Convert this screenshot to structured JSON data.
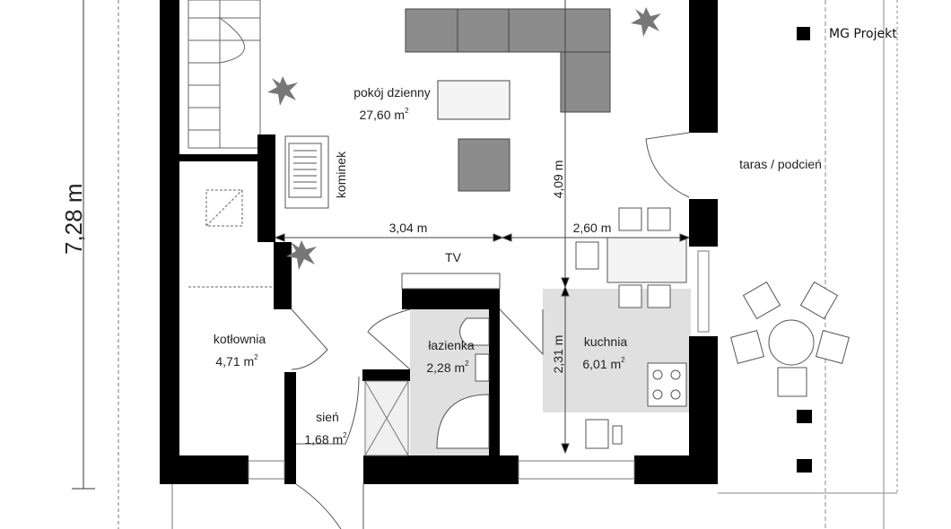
{
  "logo": {
    "text": "MG Projekt"
  },
  "dimensions": {
    "total_depth": "7,28 m",
    "living_width": "3,04 m",
    "dining_width": "2,60 m",
    "living_depth": "4,09 m",
    "kitchen_depth": "2,31 m"
  },
  "rooms": {
    "living": {
      "name": "pokój dzienny",
      "area": "27,60 m",
      "unit_sup": "2"
    },
    "boiler": {
      "name": "kotłownia",
      "area": "4,71 m",
      "unit_sup": "2"
    },
    "bathroom": {
      "name": "łazienka",
      "area": "2,28 m",
      "unit_sup": "2"
    },
    "kitchen": {
      "name": "kuchnia",
      "area": "6,01 m",
      "unit_sup": "2"
    },
    "hall": {
      "name": "sień",
      "area": "1,68 m",
      "unit_sup": "2"
    },
    "terrace": {
      "name": "taras / podcień"
    }
  },
  "labels": {
    "fireplace": "kominek",
    "tv": "TV"
  },
  "colors": {
    "wall": "#000000",
    "furniture": "#8c8c8c",
    "floor_tile": "#e0e0e0"
  }
}
